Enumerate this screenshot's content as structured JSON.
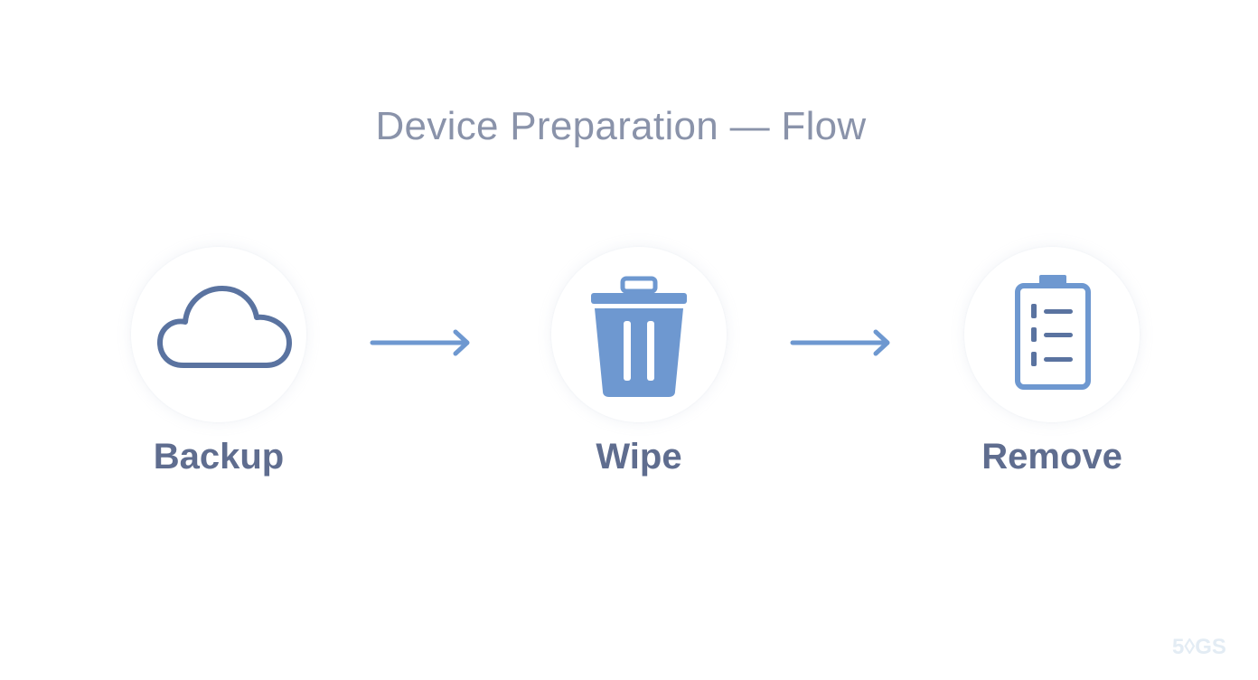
{
  "title": "Device Preparation — Flow",
  "steps": [
    {
      "label": "Backup",
      "icon": "cloud-icon"
    },
    {
      "label": "Wipe",
      "icon": "trash-icon"
    },
    {
      "label": "Remove",
      "icon": "clipboard-list-icon"
    }
  ],
  "connectors": [
    "arrow-right-icon",
    "arrow-right-icon"
  ],
  "colors": {
    "title": "#8a93aa",
    "label": "#5f6d8f",
    "cloud_stroke": "#5a73a0",
    "icon_blue": "#6e98d0",
    "arrow": "#6e98d0"
  },
  "watermark": {
    "icon": "logo-watermark"
  }
}
